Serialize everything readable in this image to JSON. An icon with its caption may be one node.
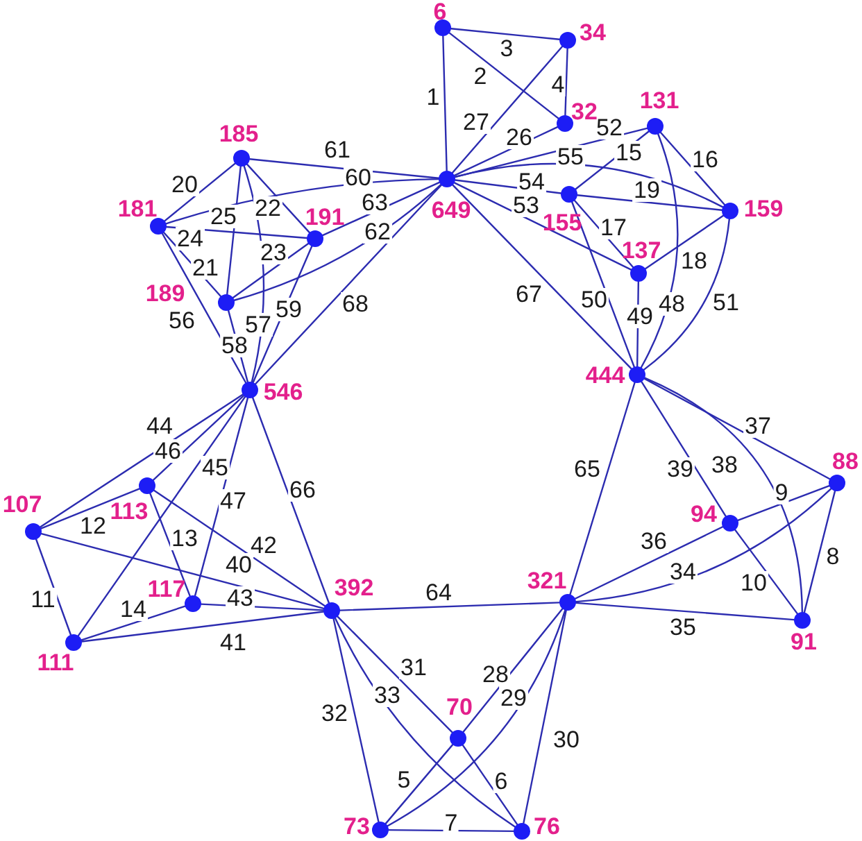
{
  "diagram": {
    "nodes": [
      {
        "text": [
          "6"
        ]
      },
      {
        "text": [
          "34"
        ]
      },
      {
        "text": [
          "32"
        ]
      },
      {
        "text": [
          "131"
        ]
      },
      {
        "text": [
          "185"
        ]
      },
      {
        "text": [
          "649"
        ]
      },
      {
        "text": [
          "155"
        ]
      },
      {
        "text": [
          "159"
        ]
      },
      {
        "text": [
          "181"
        ]
      },
      {
        "text": [
          "191"
        ]
      },
      {
        "text": [
          "137"
        ]
      },
      {
        "text": [
          "189"
        ]
      },
      {
        "text": [
          "444"
        ]
      },
      {
        "text": [
          "546"
        ]
      },
      {
        "text": [
          "88"
        ]
      },
      {
        "text": [
          "113"
        ]
      },
      {
        "text": [
          "94"
        ]
      },
      {
        "text": [
          "107"
        ]
      },
      {
        "text": [
          "321"
        ]
      },
      {
        "text": [
          "117"
        ]
      },
      {
        "text": [
          "392"
        ]
      },
      {
        "text": [
          "91"
        ]
      },
      {
        "text": [
          "111"
        ]
      },
      {
        "text": [
          "70"
        ]
      },
      {
        "text": [
          "73"
        ]
      },
      {
        "text": [
          "76"
        ]
      }
    ],
    "edges": [
      {
        "from": 0,
        "to": 5,
        "arrow": "none",
        "label": "1"
      },
      {
        "from": 0,
        "to": 2,
        "arrow": "none",
        "label": "2"
      },
      {
        "from": 0,
        "to": 1,
        "arrow": "none",
        "label": "3"
      },
      {
        "from": 1,
        "to": 2,
        "arrow": "none",
        "label": "4"
      },
      {
        "from": 24,
        "to": 23,
        "arrow": "none",
        "label": "5"
      },
      {
        "from": 23,
        "to": 25,
        "arrow": "none",
        "label": "6"
      },
      {
        "from": 24,
        "to": 25,
        "arrow": "none",
        "label": "7"
      },
      {
        "from": 14,
        "to": 21,
        "arrow": "none",
        "label": "8"
      },
      {
        "from": 16,
        "to": 14,
        "arrow": "none",
        "label": "9"
      },
      {
        "from": 16,
        "to": 21,
        "arrow": "none",
        "label": "10"
      },
      {
        "from": 17,
        "to": 22,
        "arrow": "none",
        "label": "11"
      },
      {
        "from": 17,
        "to": 15,
        "arrow": "none",
        "label": "12"
      },
      {
        "from": 15,
        "to": 19,
        "arrow": "none",
        "label": "13"
      },
      {
        "from": 22,
        "to": 19,
        "arrow": "none",
        "label": "14"
      },
      {
        "from": 3,
        "to": 6,
        "arrow": "none",
        "label": "15"
      },
      {
        "from": 3,
        "to": 7,
        "arrow": "none",
        "label": "16"
      },
      {
        "from": 6,
        "to": 10,
        "arrow": "none",
        "label": "17"
      },
      {
        "from": 10,
        "to": 7,
        "arrow": "none",
        "label": "18"
      },
      {
        "from": 6,
        "to": 7,
        "arrow": "none",
        "label": "19"
      },
      {
        "from": 8,
        "to": 4,
        "arrow": "none",
        "label": "20"
      },
      {
        "from": 8,
        "to": 11,
        "arrow": "none",
        "label": "21"
      },
      {
        "from": 4,
        "to": 9,
        "arrow": "none",
        "label": "22"
      },
      {
        "from": 11,
        "to": 9,
        "arrow": "none",
        "label": "23"
      },
      {
        "from": 8,
        "to": 9,
        "arrow": "none",
        "label": "24"
      },
      {
        "from": 4,
        "to": 11,
        "arrow": "none",
        "label": "25"
      },
      {
        "from": 5,
        "to": 2,
        "arrow": "none",
        "label": "26"
      },
      {
        "from": 5,
        "to": 1,
        "arrow": "none",
        "label": "27"
      },
      {
        "from": 18,
        "to": 23,
        "arrow": "none",
        "label": "28"
      },
      {
        "from": 18,
        "to": 24,
        "arrow": "none",
        "label": "29"
      },
      {
        "from": 18,
        "to": 25,
        "arrow": "none",
        "label": "30"
      },
      {
        "from": 20,
        "to": 23,
        "arrow": "none",
        "label": "31"
      },
      {
        "from": 20,
        "to": 24,
        "arrow": "none",
        "label": "32"
      },
      {
        "from": 20,
        "to": 25,
        "arrow": "none",
        "label": "33"
      },
      {
        "from": 18,
        "to": 14,
        "arrow": "none",
        "label": "34"
      },
      {
        "from": 18,
        "to": 21,
        "arrow": "none",
        "label": "35"
      },
      {
        "from": 18,
        "to": 16,
        "arrow": "none",
        "label": "36"
      },
      {
        "from": 12,
        "to": 14,
        "arrow": "none",
        "label": "37"
      },
      {
        "from": 12,
        "to": 21,
        "arrow": "none",
        "label": "38"
      },
      {
        "from": 12,
        "to": 16,
        "arrow": "none",
        "label": "39"
      },
      {
        "from": 17,
        "to": 20,
        "arrow": "none",
        "label": "40"
      },
      {
        "from": 22,
        "to": 20,
        "arrow": "none",
        "label": "41"
      },
      {
        "from": 15,
        "to": 20,
        "arrow": "none",
        "label": "42"
      },
      {
        "from": 19,
        "to": 20,
        "arrow": "none",
        "label": "43"
      },
      {
        "from": 17,
        "to": 13,
        "arrow": "none",
        "label": "44"
      },
      {
        "from": 22,
        "to": 13,
        "arrow": "none",
        "label": "45"
      },
      {
        "from": 15,
        "to": 13,
        "arrow": "none",
        "label": "46"
      },
      {
        "from": 19,
        "to": 13,
        "arrow": "none",
        "label": "47"
      },
      {
        "from": 3,
        "to": 12,
        "arrow": "none",
        "label": "48"
      },
      {
        "from": 10,
        "to": 12,
        "arrow": "none",
        "label": "49"
      },
      {
        "from": 6,
        "to": 12,
        "arrow": "none",
        "label": "50"
      },
      {
        "from": 7,
        "to": 12,
        "arrow": "none",
        "label": "51"
      },
      {
        "from": 5,
        "to": 3,
        "arrow": "none",
        "label": "52"
      },
      {
        "from": 5,
        "to": 10,
        "arrow": "none",
        "label": "53"
      },
      {
        "from": 5,
        "to": 6,
        "arrow": "none",
        "label": "54"
      },
      {
        "from": 5,
        "to": 7,
        "arrow": "none",
        "label": "55"
      },
      {
        "from": 8,
        "to": 13,
        "arrow": "none",
        "label": "56"
      },
      {
        "from": 4,
        "to": 13,
        "arrow": "none",
        "label": "57"
      },
      {
        "from": 11,
        "to": 13,
        "arrow": "none",
        "label": "58"
      },
      {
        "from": 9,
        "to": 13,
        "arrow": "none",
        "label": "59"
      },
      {
        "from": 8,
        "to": 5,
        "arrow": "none",
        "label": "60"
      },
      {
        "from": 4,
        "to": 5,
        "arrow": "none",
        "label": "61"
      },
      {
        "from": 11,
        "to": 5,
        "arrow": "none",
        "label": "62"
      },
      {
        "from": 9,
        "to": 5,
        "arrow": "none",
        "label": "63"
      },
      {
        "from": 20,
        "to": 18,
        "arrow": "none",
        "label": "64"
      },
      {
        "from": 12,
        "to": 18,
        "arrow": "none",
        "label": "65"
      },
      {
        "from": 13,
        "to": 20,
        "arrow": "none",
        "label": "66"
      },
      {
        "from": 5,
        "to": 12,
        "arrow": "none",
        "label": "67"
      },
      {
        "from": 13,
        "to": 5,
        "arrow": "none",
        "label": "68"
      }
    ]
  }
}
